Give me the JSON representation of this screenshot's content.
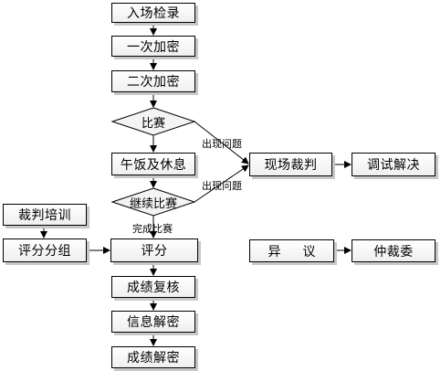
{
  "steps": {
    "entry_check": "入场检录",
    "first_encrypt": "一次加密",
    "second_encrypt": "二次加密",
    "competition": "比赛",
    "lunch_rest": "午饭及休息",
    "continue_competition": "继续比赛",
    "scoring": "评分",
    "score_review": "成绩复核",
    "info_decrypt": "信息解密",
    "score_decrypt": "成绩解密",
    "onsite_referee": "现场裁判",
    "debug_resolve": "调试解决",
    "referee_training": "裁判培训",
    "score_grouping": "评分分组",
    "objection": "异议",
    "arbitration_committee": "仲裁委"
  },
  "edge_labels": {
    "problem_1": "出现问题",
    "problem_2": "出现问题",
    "completed": "完成比赛"
  }
}
